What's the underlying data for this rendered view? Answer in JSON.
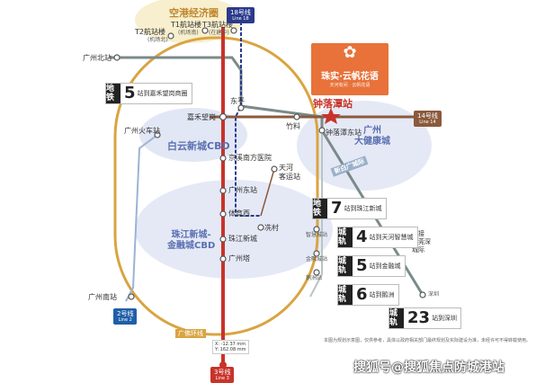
{
  "zones": {
    "airport": "空港经济圈",
    "baiyun": "白云新城CBD",
    "zhujiang": "珠江新城-\n金融城CBD",
    "health": "广州\n大健康城",
    "xinbaiyun": "新白广城际"
  },
  "stations": {
    "t2": "T2航站楼",
    "t2_sub": "(机场北)",
    "t1": "T1航站楼",
    "t1_sub": "(机场南)",
    "t3": "T3航站楼",
    "t3_sub": "(在建中)",
    "gz_north": "广州北站",
    "jiahe": "嘉禾望岗",
    "dongping": "东平",
    "zhuliao": "竹料",
    "zhongluotan": "钟落潭站",
    "zhongluotan_east": "钟落潭东站",
    "gz_rail": "广州火车站",
    "jingxi": "京溪南方医院",
    "tianhe_coach": "天河\n客运站",
    "gz_east": "广州东站",
    "tiyu": "体育西",
    "xiancun": "冼村",
    "zhujiang_new": "珠江新城",
    "gz_tower": "广州塔",
    "zhihui": "智慧城站",
    "jinrong": "金融城站",
    "lianzhou": "鹅洲站",
    "gz_south": "广州南站",
    "shenzhen": "深圳",
    "lianjiang": "连接\n穗莞深\n城际"
  },
  "lines": {
    "l18": "18号线",
    "l18_en": "Line 18",
    "l14": "14号线",
    "l14_en": "Line 14",
    "l2": "2号线",
    "l2_en": "Line 2",
    "l3": "3号线",
    "l3_en": "Line 3",
    "ring": "广佛环线"
  },
  "callouts": [
    {
      "badge": "地铁",
      "num": "5",
      "text": "站到嘉禾望岗商圈"
    },
    {
      "badge": "地铁",
      "num": "7",
      "text": "站到珠江新城"
    },
    {
      "badge": "城轨",
      "num": "4",
      "text": "站到天河智慧城"
    },
    {
      "badge": "城轨",
      "num": "5",
      "text": "站到金融城"
    },
    {
      "badge": "城轨",
      "num": "6",
      "text": "站到鹅洲"
    },
    {
      "badge": "城轨",
      "num": "23",
      "text": "站到深圳"
    }
  ],
  "brand": {
    "logo": "✿",
    "name": "珠实·云帆花语",
    "sub": "天河有间 · 云帆花语"
  },
  "coords": {
    "x": "X: -12.37 mm",
    "y": "Y: 162.08 mm"
  },
  "note": "本图为规划示意图，仅供参考，具体以政府相关部门最终规划及实际建设为准，未经许可不得转载使用。",
  "watermark": "搜狐号@搜狐焦点防城港站",
  "colors": {
    "line3": "#c8332a",
    "line14": "#8b5a3c",
    "line18": "#2a3a8c",
    "line2": "#1f5fa8",
    "ring": "#d9a441",
    "intercity": "#7b8a8a",
    "accent": "#e8723a"
  }
}
